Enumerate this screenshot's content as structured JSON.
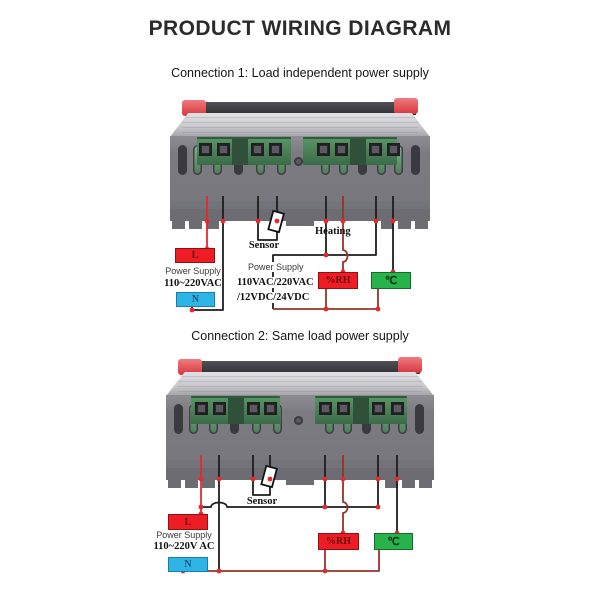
{
  "title": "PRODUCT WIRING DIAGRAM",
  "diagram1": {
    "connection_label": "Connection 1: Load independent power supply",
    "power_supply_left": {
      "line1": "Power Supply",
      "line2": "110~220VAC"
    },
    "power_supply_load": {
      "line1": "Power Supply",
      "line2": "110VAC/220VAC",
      "line3": "/12VDC/24VDC"
    },
    "sensor_label": "Sensor",
    "heating_label": "Heating",
    "terminal_l": "L",
    "terminal_n": "N",
    "load_rh": "%RH",
    "load_temp": "℃"
  },
  "diagram2": {
    "connection_label": "Connection 2: Same load power supply",
    "power_supply_left": {
      "line1": "Power Supply",
      "line2": "110~220V AC"
    },
    "sensor_label": "Sensor",
    "terminal_l": "L",
    "terminal_n": "N",
    "load_rh": "%RH",
    "load_temp": "℃"
  },
  "colors": {
    "wire_black": "#1d1d1d",
    "wire_red": "#e8262d",
    "wire_dark_red": "#95342a",
    "box_red": "#ee1c25",
    "box_blue": "#2fb5e5",
    "box_green": "#27b24b",
    "device_body": "#7d7d83",
    "device_corner_red": "#e65157",
    "terminal_block_green": "#47815a"
  }
}
